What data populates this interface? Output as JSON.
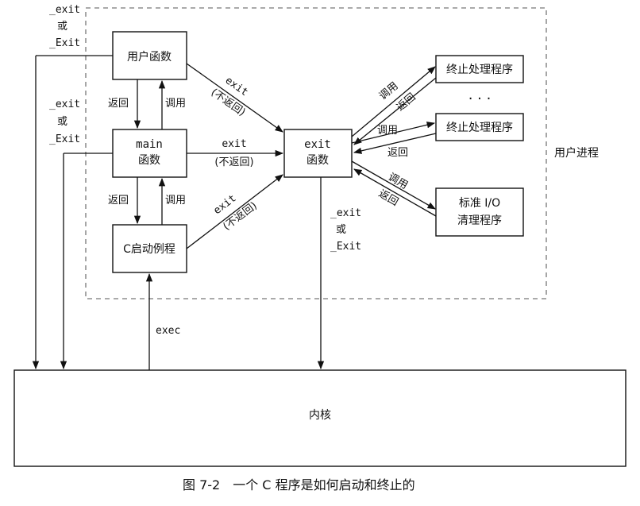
{
  "nodes": {
    "user_func": "用户函数",
    "main_1": "main",
    "main_2": "函数",
    "c_start": "C启动例程",
    "exit_func_1": "exit",
    "exit_func_2": "函数",
    "handler_1": "终止处理程序",
    "handler_2": "终止处理程序",
    "stdio_1": "标准 I/O",
    "stdio_2": "清理程序",
    "kernel": "内核",
    "ellipsis": "· · ·"
  },
  "labels": {
    "exit": "exit",
    "no_return": "(不返回)",
    "call": "调用",
    "ret": "返回",
    "or": "或",
    "_exit": "_exit",
    "_Exit": "_Exit",
    "exec": "exec",
    "user_process": "用户进程"
  },
  "caption": "图 7-2　一个 C 程序是如何启动和终止的"
}
